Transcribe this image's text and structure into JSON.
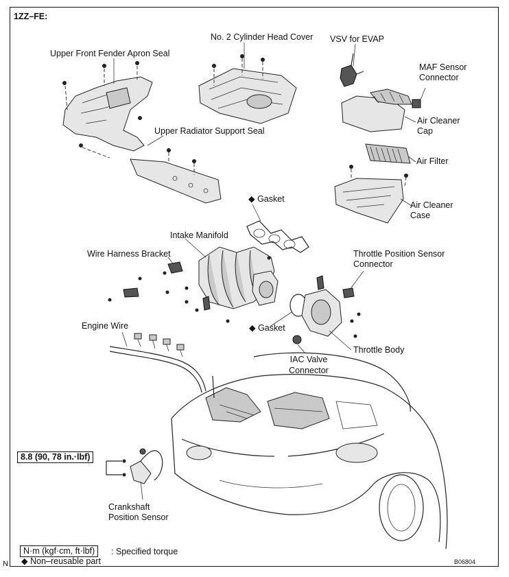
{
  "header": {
    "engine_code": "1ZZ–FE:"
  },
  "labels": {
    "upper_front_fender_apron_seal": "Upper Front Fender Apron Seal",
    "no2_cylinder_head_cover": "No. 2 Cylinder Head Cover",
    "vsv_for_evap": "VSV for EVAP",
    "maf_sensor_connector_1": "MAF Sensor",
    "maf_sensor_connector_2": "Connector",
    "air_cleaner_cap_1": "Air Cleaner",
    "air_cleaner_cap_2": "Cap",
    "upper_radiator_support_seal": "Upper Radiator Support Seal",
    "air_filter": "Air Filter",
    "gasket_upper": "◆ Gasket",
    "air_cleaner_case_1": "Air Cleaner",
    "air_cleaner_case_2": "Case",
    "intake_manifold": "Intake Manifold",
    "throttle_position_sensor_connector_1": "Throttle Position Sensor",
    "throttle_position_sensor_connector_2": "Connector",
    "wire_harness_bracket": "Wire Harness Bracket",
    "engine_wire": "Engine Wire",
    "gasket_lower": "◆ Gasket",
    "throttle_body": "Throttle Body",
    "iac_valve_connector_1": "IAC Valve",
    "iac_valve_connector_2": "Connector",
    "torque_spec": "8.8 (90, 78 in.·lbf)",
    "crankshaft_position_sensor_1": "Crankshaft",
    "crankshaft_position_sensor_2": "Position Sensor"
  },
  "legend": {
    "unit_box": "N·m (kgf·cm, ft·lbf)",
    "unit_desc": ": Specified torque",
    "non_reusable": "◆ Non–reusable part"
  },
  "footer": {
    "corner_mark": "N",
    "figure_code": "B06804"
  }
}
